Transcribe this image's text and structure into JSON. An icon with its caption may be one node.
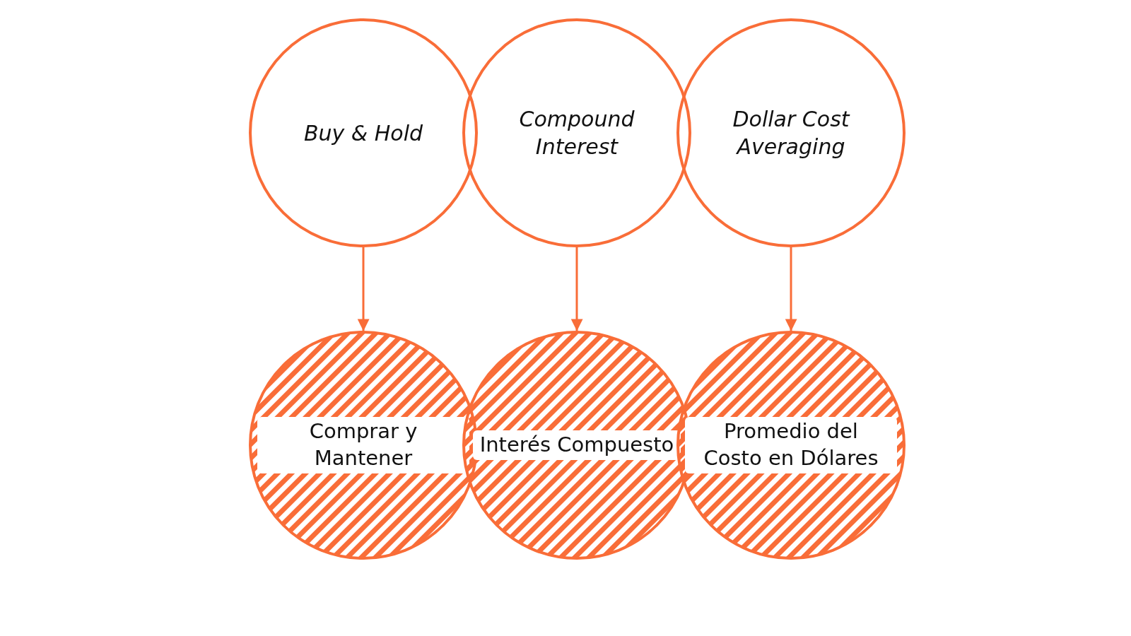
{
  "diagram": {
    "nodes": [
      {
        "text": [
          "Buy & Hold"
        ]
      },
      {
        "text": [
          "Compound Interest"
        ]
      },
      {
        "text": [
          "Dollar Cost Averaging"
        ]
      },
      {
        "text": [
          "Comprar y Mantener"
        ]
      },
      {
        "text": [
          "Interés Compuesto"
        ]
      },
      {
        "text": [
          "Promedio del Costo en Dólares"
        ]
      }
    ],
    "edges": [
      {
        "from": 0,
        "to": 3,
        "arrow": "to"
      },
      {
        "from": 1,
        "to": 4,
        "arrow": "to"
      },
      {
        "from": 2,
        "to": 5,
        "arrow": "to"
      }
    ]
  }
}
